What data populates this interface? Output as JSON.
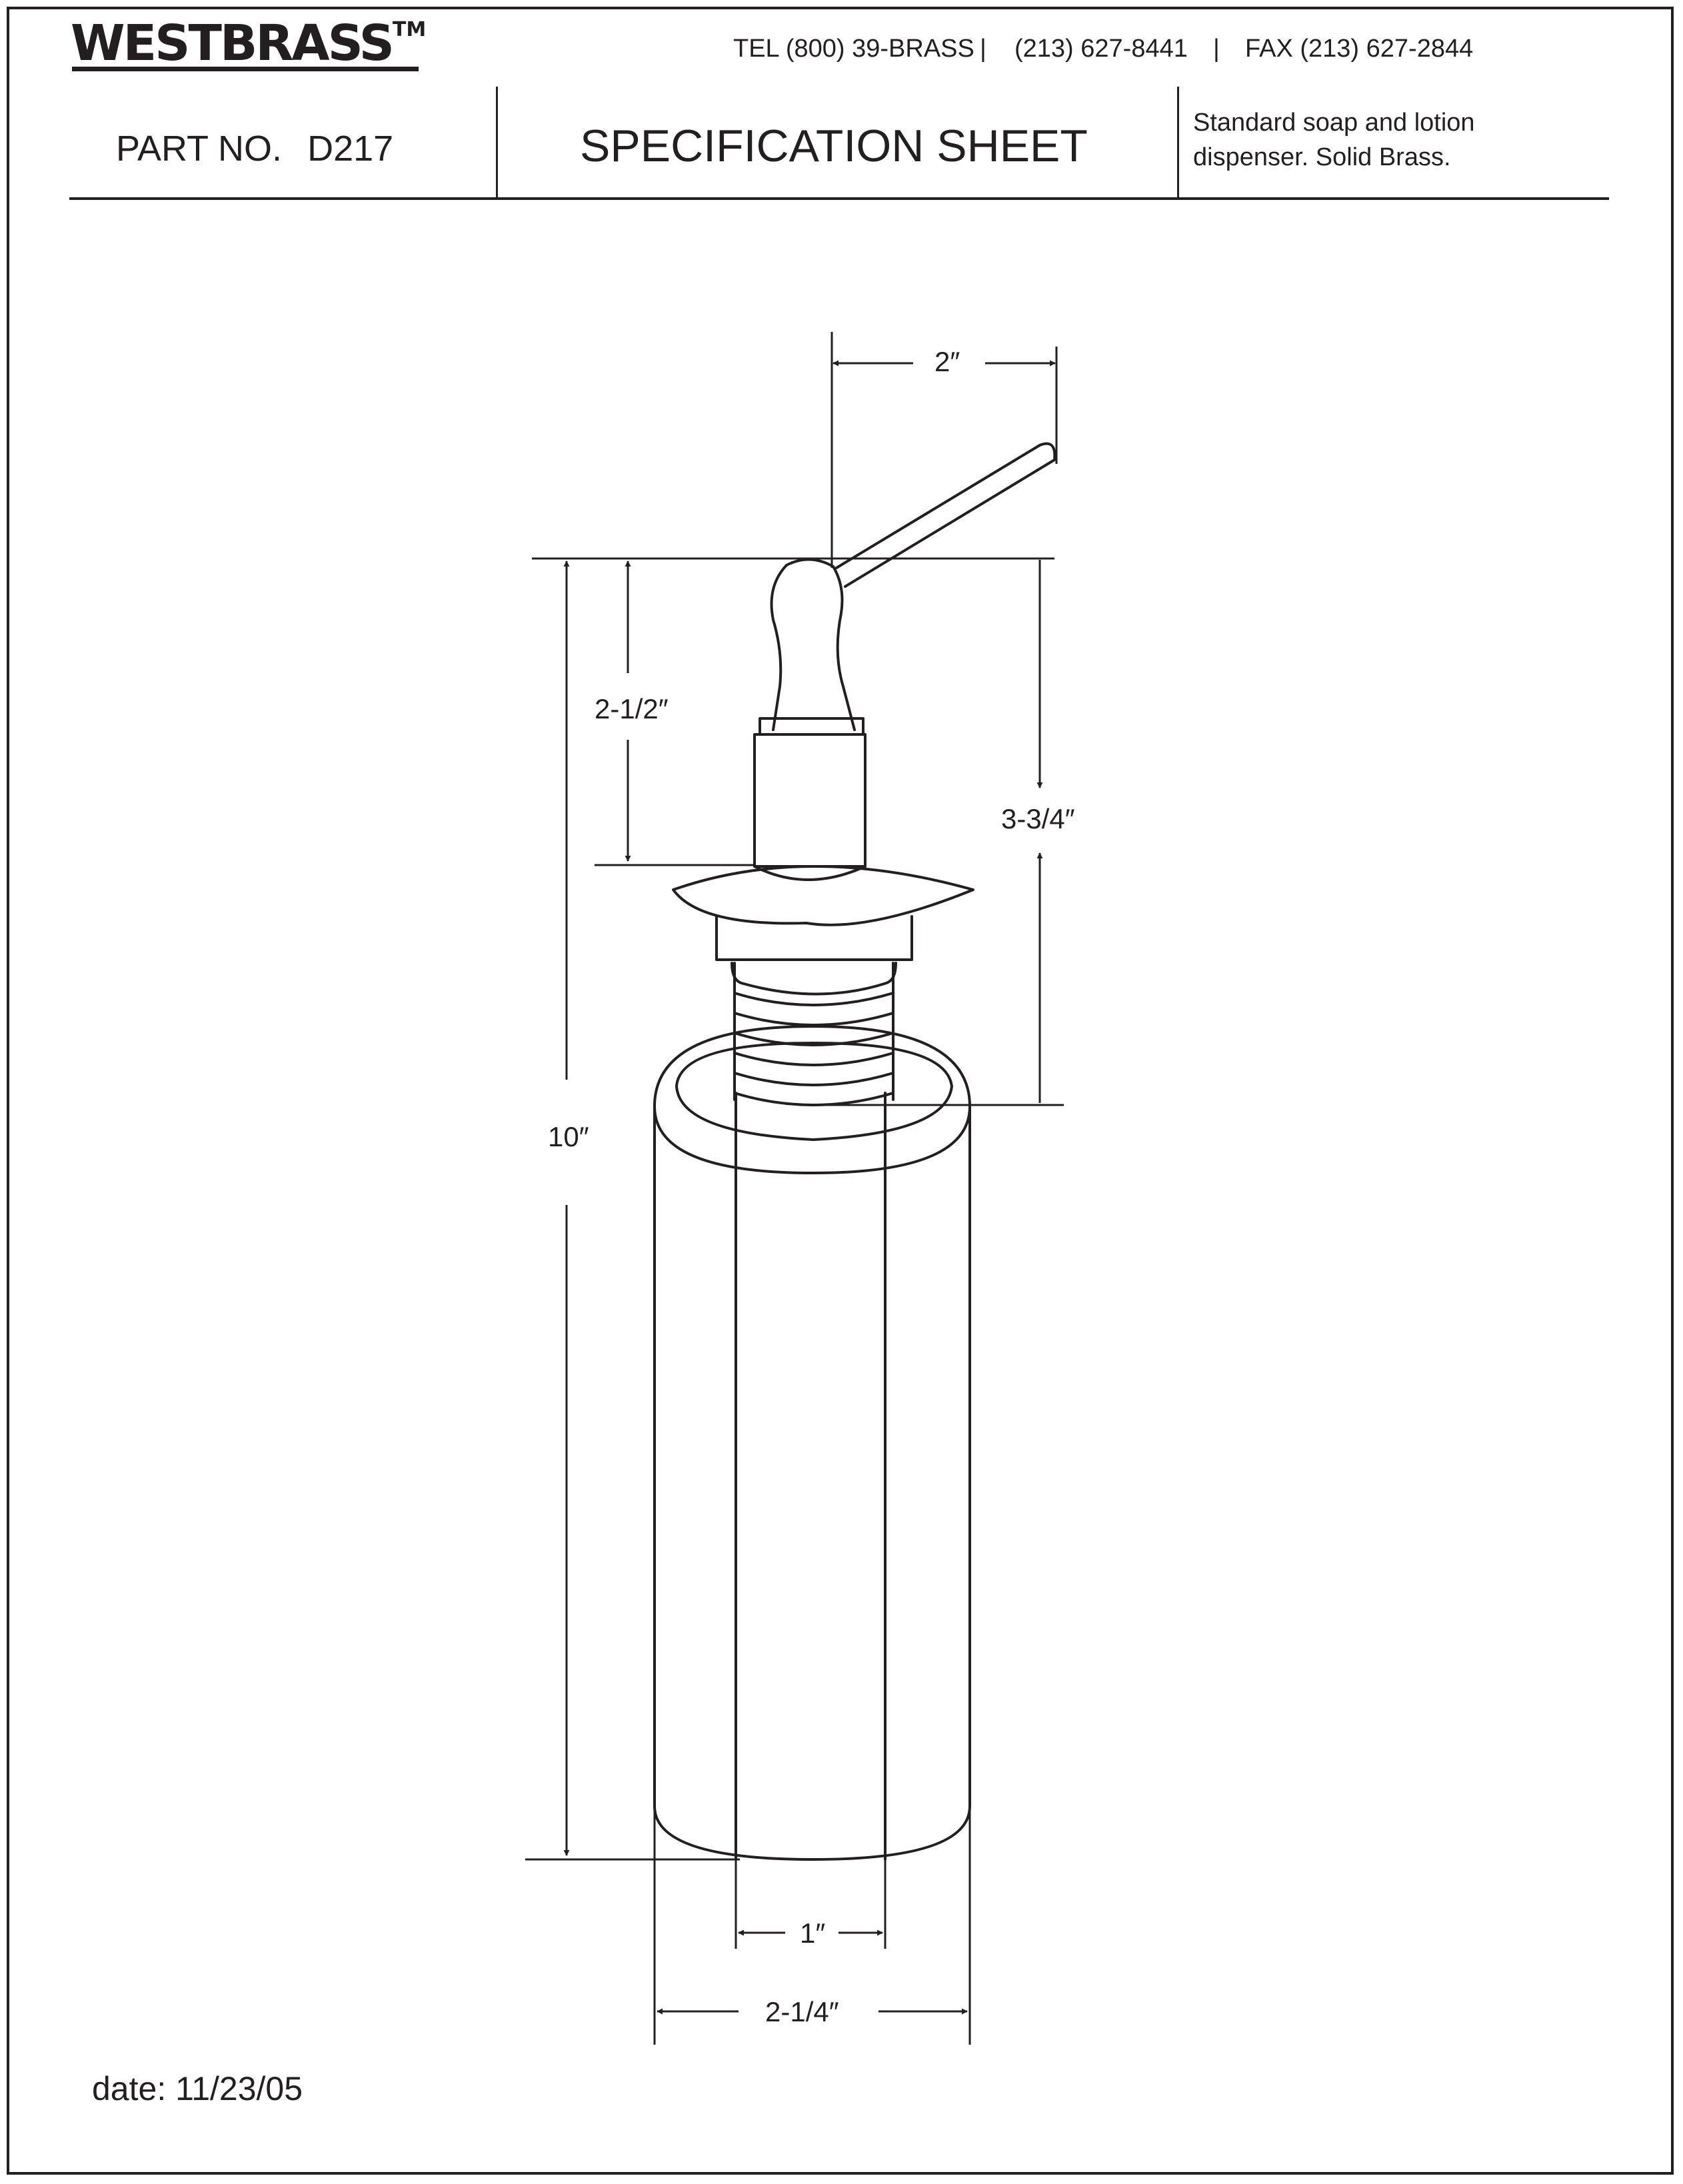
{
  "brand": {
    "name": "WESTBRASS",
    "trademark": "TM"
  },
  "contact": {
    "tel": "TEL (800) 39-BRASS",
    "phone": "(213) 627-8441",
    "fax": "FAX (213) 627-2844",
    "separator": "|"
  },
  "header": {
    "part_label": "PART NO.",
    "part_number": "D217",
    "title": "SPECIFICATION SHEET",
    "description": "Standard soap and lotion dispenser. Solid Brass."
  },
  "dimensions": {
    "spout_reach": "2″",
    "pump_height": "2-1/2″",
    "above_deck": "3-3/4″",
    "overall_height": "10″",
    "shank_diameter": "1″",
    "bottle_diameter": "2-1/4″"
  },
  "footer": {
    "date": "date: 11/23/05"
  },
  "colors": {
    "ink": "#231f20",
    "paper": "#ffffff"
  }
}
